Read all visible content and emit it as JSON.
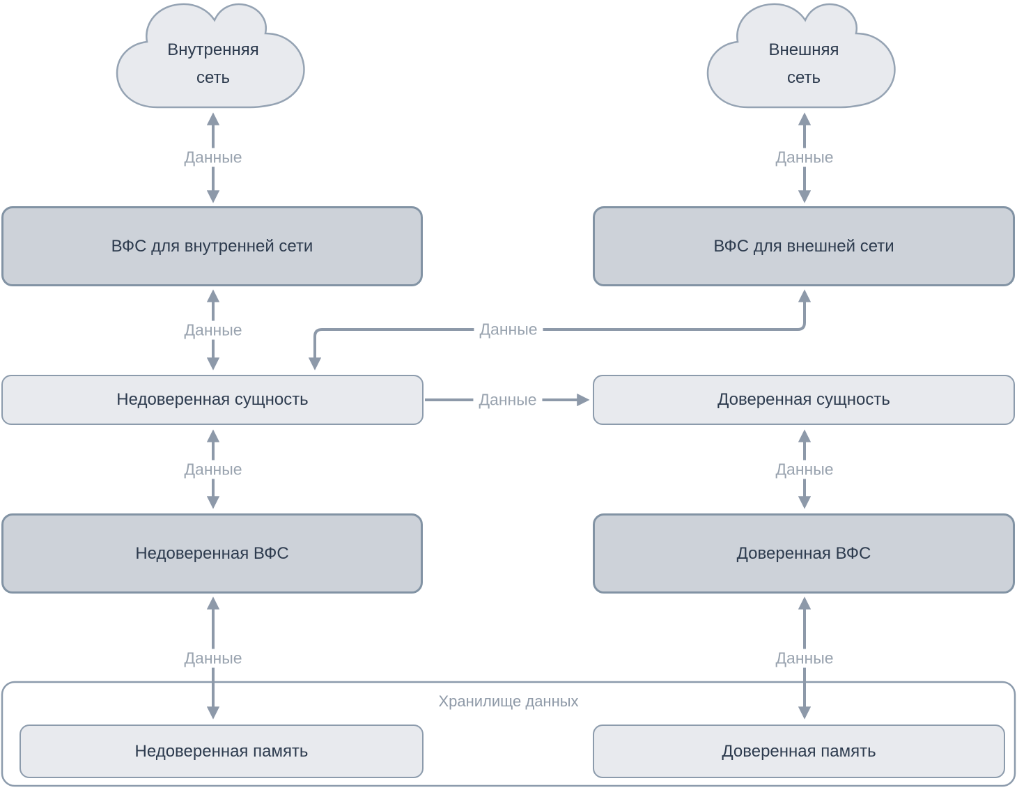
{
  "clouds": {
    "internal": {
      "line1": "Внутренняя",
      "line2": "сеть"
    },
    "external": {
      "line1": "Внешняя",
      "line2": "сеть"
    }
  },
  "nodes": {
    "vfs_internal": "ВФС для внутренней сети",
    "vfs_external": "ВФС для внешней сети",
    "untrusted_entity": "Недоверенная сущность",
    "trusted_entity": "Доверенная сущность",
    "untrusted_vfs": "Недоверенная ВФС",
    "trusted_vfs": "Доверенная ВФС",
    "untrusted_memory": "Недоверенная память",
    "trusted_memory": "Доверенная память"
  },
  "container": {
    "storage": "Хранилище данных"
  },
  "edges": [
    {
      "from": "internal_network",
      "to": "vfs_internal",
      "label": "Данные",
      "bidirectional": true
    },
    {
      "from": "external_network",
      "to": "vfs_external",
      "label": "Данные",
      "bidirectional": true
    },
    {
      "from": "vfs_internal",
      "to": "untrusted_entity",
      "label": "Данные",
      "bidirectional": true
    },
    {
      "from": "vfs_external",
      "to": "untrusted_entity",
      "label": "Данные",
      "bidirectional": true
    },
    {
      "from": "untrusted_entity",
      "to": "trusted_entity",
      "label": "Данные",
      "bidirectional": false
    },
    {
      "from": "untrusted_entity",
      "to": "untrusted_vfs",
      "label": "Данные",
      "bidirectional": true
    },
    {
      "from": "trusted_entity",
      "to": "trusted_vfs",
      "label": "Данные",
      "bidirectional": true
    },
    {
      "from": "untrusted_vfs",
      "to": "untrusted_memory",
      "label": "Данные",
      "bidirectional": true
    },
    {
      "from": "trusted_vfs",
      "to": "trusted_memory",
      "label": "Данные",
      "bidirectional": true
    }
  ],
  "colors": {
    "node_fill_dark": "#cdd2d9",
    "node_fill_light": "#e8eaee",
    "node_border": "#8293a4",
    "node_border_light": "#8c9bac",
    "cloud_border": "#95a3b3",
    "arrow": "#8d99a9",
    "edge_label": "#99a3af",
    "node_text": "#2d3b4e",
    "container_label": "#8e99a7",
    "canvas_bg": "#ffffff"
  }
}
